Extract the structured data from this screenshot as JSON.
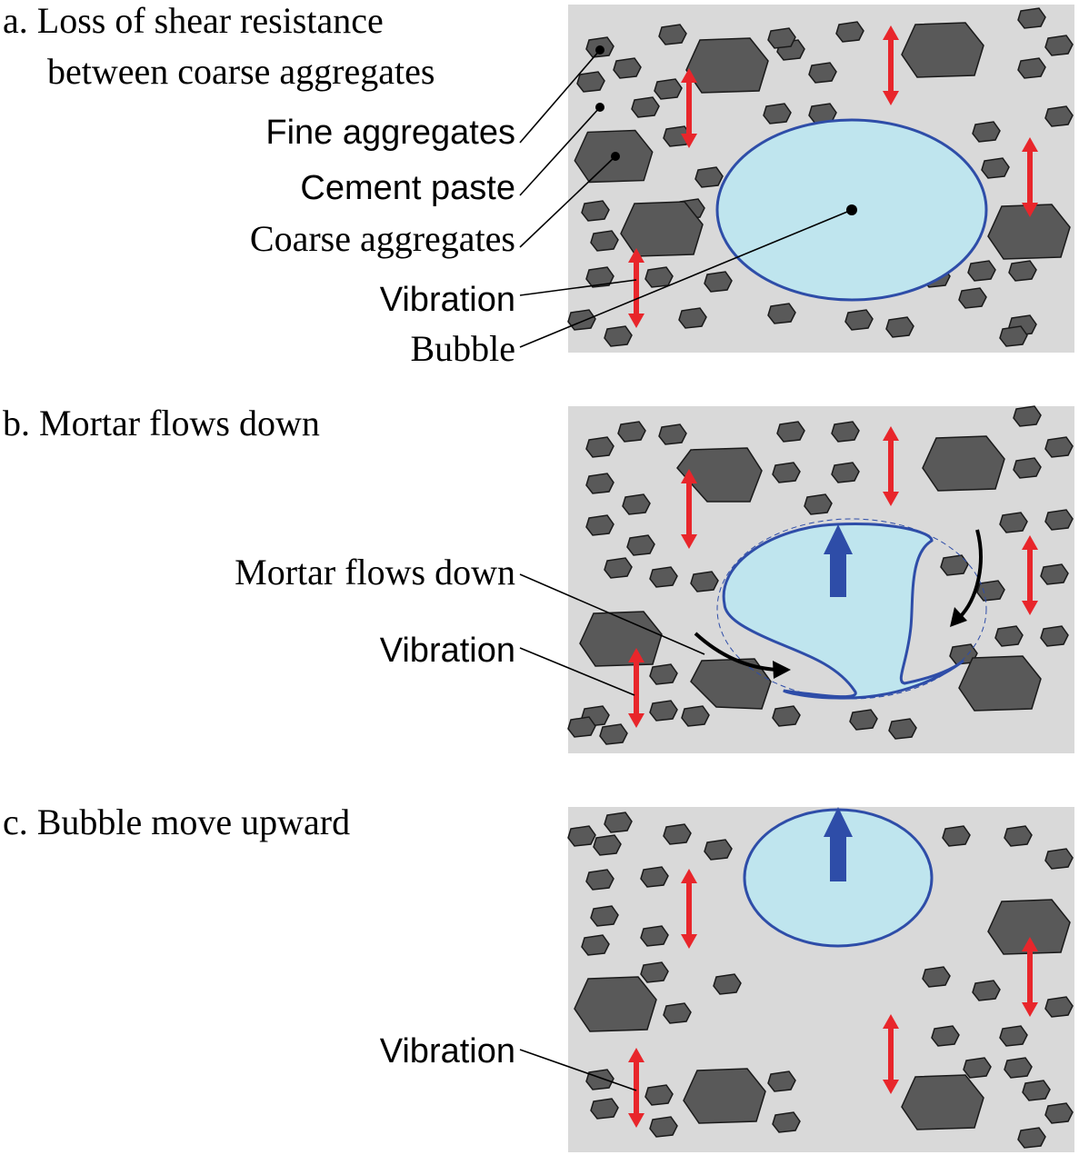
{
  "panel_a": {
    "title_line1": "a. Loss of shear resistance",
    "title_line2": "between coarse aggregates",
    "label_fine": "Fine aggregates",
    "label_paste": "Cement paste",
    "label_coarse": "Coarse aggregates",
    "label_vibration": "Vibration",
    "label_bubble": "Bubble"
  },
  "panel_b": {
    "title": "b. Mortar flows down",
    "label_mortar": "Mortar flows down",
    "label_vibration": "Vibration"
  },
  "panel_c": {
    "title": "c. Bubble move upward",
    "label_vibration": "Vibration"
  },
  "colors": {
    "matrix": "#d9d9d9",
    "aggregate": "#595959",
    "bubble_fill": "#bfe5ee",
    "bubble_outline": "#2e4da8",
    "vibration_arrow": "#e8262b",
    "rise_arrow": "#2e4da8",
    "flow_arrow": "#000000"
  }
}
